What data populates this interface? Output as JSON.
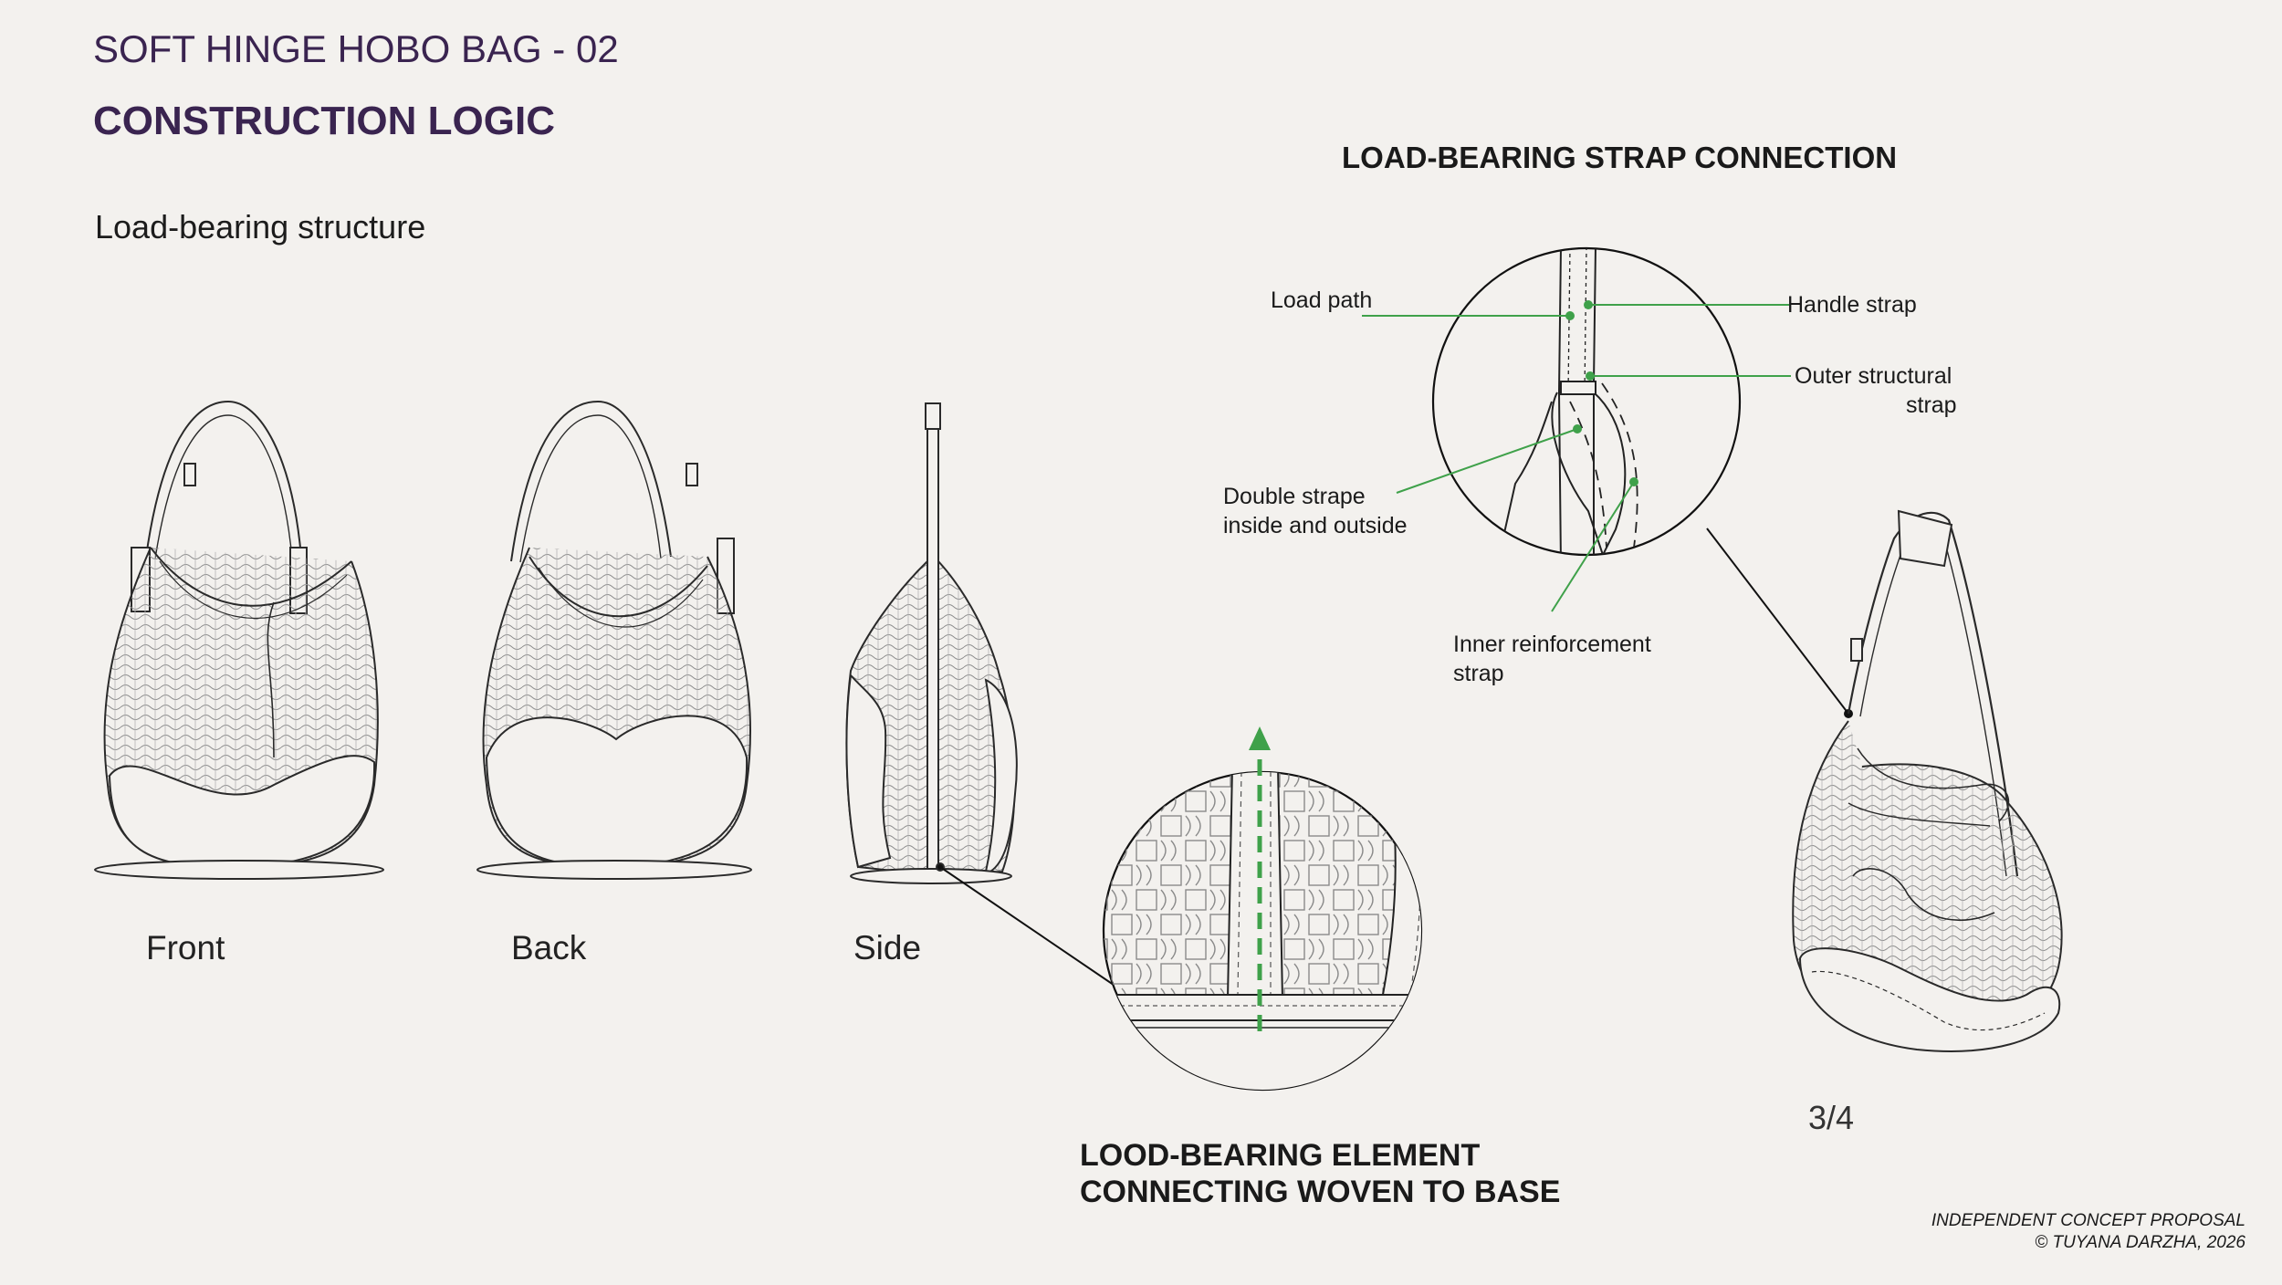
{
  "header": {
    "title": "SOFT HINGE HOBO BAG - 02",
    "subtitle": "CONSTRUCTION LOGIC",
    "section": "Load-bearing structure"
  },
  "views": {
    "front": "Front",
    "back": "Back",
    "side": "Side"
  },
  "strap_detail": {
    "title": "LOAD-BEARING STRAP  CONNECTION",
    "load_path": "Load path",
    "handle_strap": "Handle strap",
    "outer_strap_line1": "Outer structural",
    "outer_strap_line2": "strap",
    "double_strape_line1": "Double strape",
    "double_strape_line2": "inside and outside",
    "inner_reinf_line1": "Inner reinforcement",
    "inner_reinf_line2": "strap"
  },
  "base_detail": {
    "title_line1": "LOOD-BEARING ELEMENT",
    "title_line2": "CONNECTING WOVEN TO BASE"
  },
  "page_number": "3/4",
  "footer": {
    "line1": "INDEPENDENT CONCEPT PROPOSAL",
    "line2": "© TUYANA DARZHA, 2026"
  },
  "colors": {
    "background": "#f3f1ee",
    "title_purple": "#3a2450",
    "leader_green": "#3fa14a",
    "line_ink": "#2a2a2a"
  }
}
